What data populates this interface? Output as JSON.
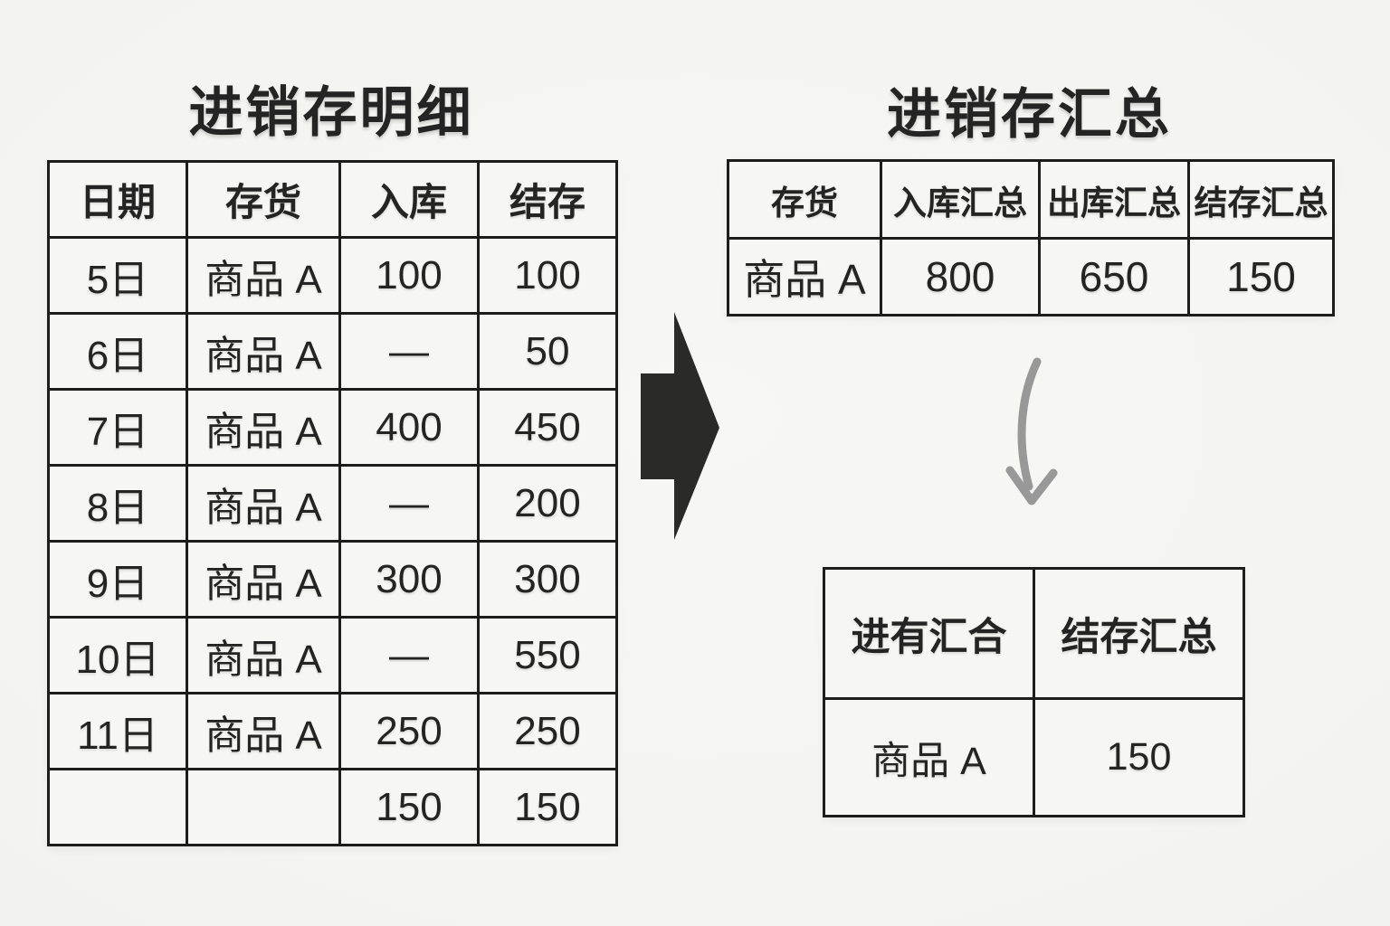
{
  "colors": {
    "background": "#f3f3f1",
    "text": "#242424",
    "border": "#1d1d1b",
    "block_arrow": "#2a2a28",
    "curved_arrow": "#989898"
  },
  "detail": {
    "title": "进销存明细",
    "headers": [
      "日期",
      "存货",
      "入库",
      "结存"
    ],
    "rows": [
      [
        "5日",
        "商品 A",
        "100",
        "100"
      ],
      [
        "6日",
        "商品 A",
        "—",
        "50"
      ],
      [
        "7日",
        "商品 A",
        "400",
        "450"
      ],
      [
        "8日",
        "商品 A",
        "—",
        "200"
      ],
      [
        "9日",
        "商品 A",
        "300",
        "300"
      ],
      [
        "10日",
        "商品 A",
        "—",
        "550"
      ],
      [
        "11日",
        "商品 A",
        "250",
        "250"
      ],
      [
        "",
        "",
        "150",
        "150"
      ]
    ]
  },
  "summary": {
    "title": "进销存汇总",
    "headers": [
      "存货",
      "入库汇总",
      "出库汇总",
      "结存汇总"
    ],
    "rows": [
      [
        "商品 A",
        "800",
        "650",
        "150"
      ]
    ]
  },
  "balance": {
    "headers": [
      "进有汇合",
      "结存汇总"
    ],
    "rows": [
      [
        "商品 A",
        "150"
      ]
    ]
  },
  "icons": {
    "block_arrow": "right-arrow",
    "curved_arrow": "curved-down-arrow"
  }
}
